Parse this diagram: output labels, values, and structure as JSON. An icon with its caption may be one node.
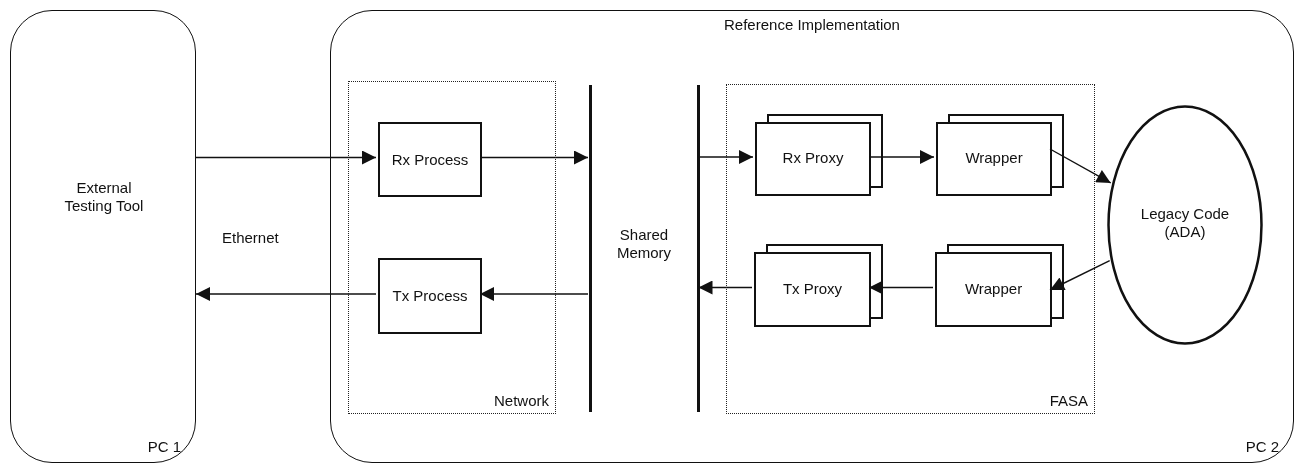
{
  "diagram": {
    "nodes": [
      {
        "text": [
          "External Testing Tool",
          "PC 1"
        ]
      },
      {
        "text": [
          "Reference Implementation",
          "PC 2"
        ]
      },
      {
        "text": [
          "Network"
        ],
        "in": 1
      },
      {
        "text": [
          "Rx Process"
        ],
        "in": 2
      },
      {
        "text": [
          "Tx Process"
        ],
        "in": 2
      },
      {
        "text": [],
        "shape": "bar",
        "in": 1
      },
      {
        "text": [],
        "shape": "bar",
        "in": 1
      },
      {
        "text": [
          "FASA"
        ],
        "in": 1
      },
      {
        "text": [
          "Rx Proxy"
        ],
        "in": 7
      },
      {
        "text": [
          "Wrapper"
        ],
        "in": 7
      },
      {
        "text": [
          "Tx Proxy"
        ],
        "in": 7
      },
      {
        "text": [
          "Wrapper"
        ],
        "in": 7
      },
      {
        "text": [
          "Legacy Code (ADA)"
        ],
        "in": 1
      }
    ],
    "edges": [
      {
        "from": 0,
        "to": 3,
        "arrow": "to"
      },
      {
        "from": 3,
        "to": 5,
        "arrow": "to"
      },
      {
        "from": 6,
        "to": 8,
        "arrow": "to"
      },
      {
        "from": 8,
        "to": 9,
        "arrow": "to"
      },
      {
        "from": 9,
        "to": 12,
        "arrow": "to"
      },
      {
        "from": 12,
        "to": 11,
        "arrow": "to"
      },
      {
        "from": 11,
        "to": 10,
        "arrow": "to"
      },
      {
        "from": 10,
        "to": 6,
        "arrow": "to"
      },
      {
        "from": 5,
        "to": 4,
        "arrow": "to"
      },
      {
        "from": 4,
        "to": 0,
        "arrow": "to"
      }
    ],
    "labels": [
      "Ethernet",
      "Shared Memory"
    ]
  }
}
